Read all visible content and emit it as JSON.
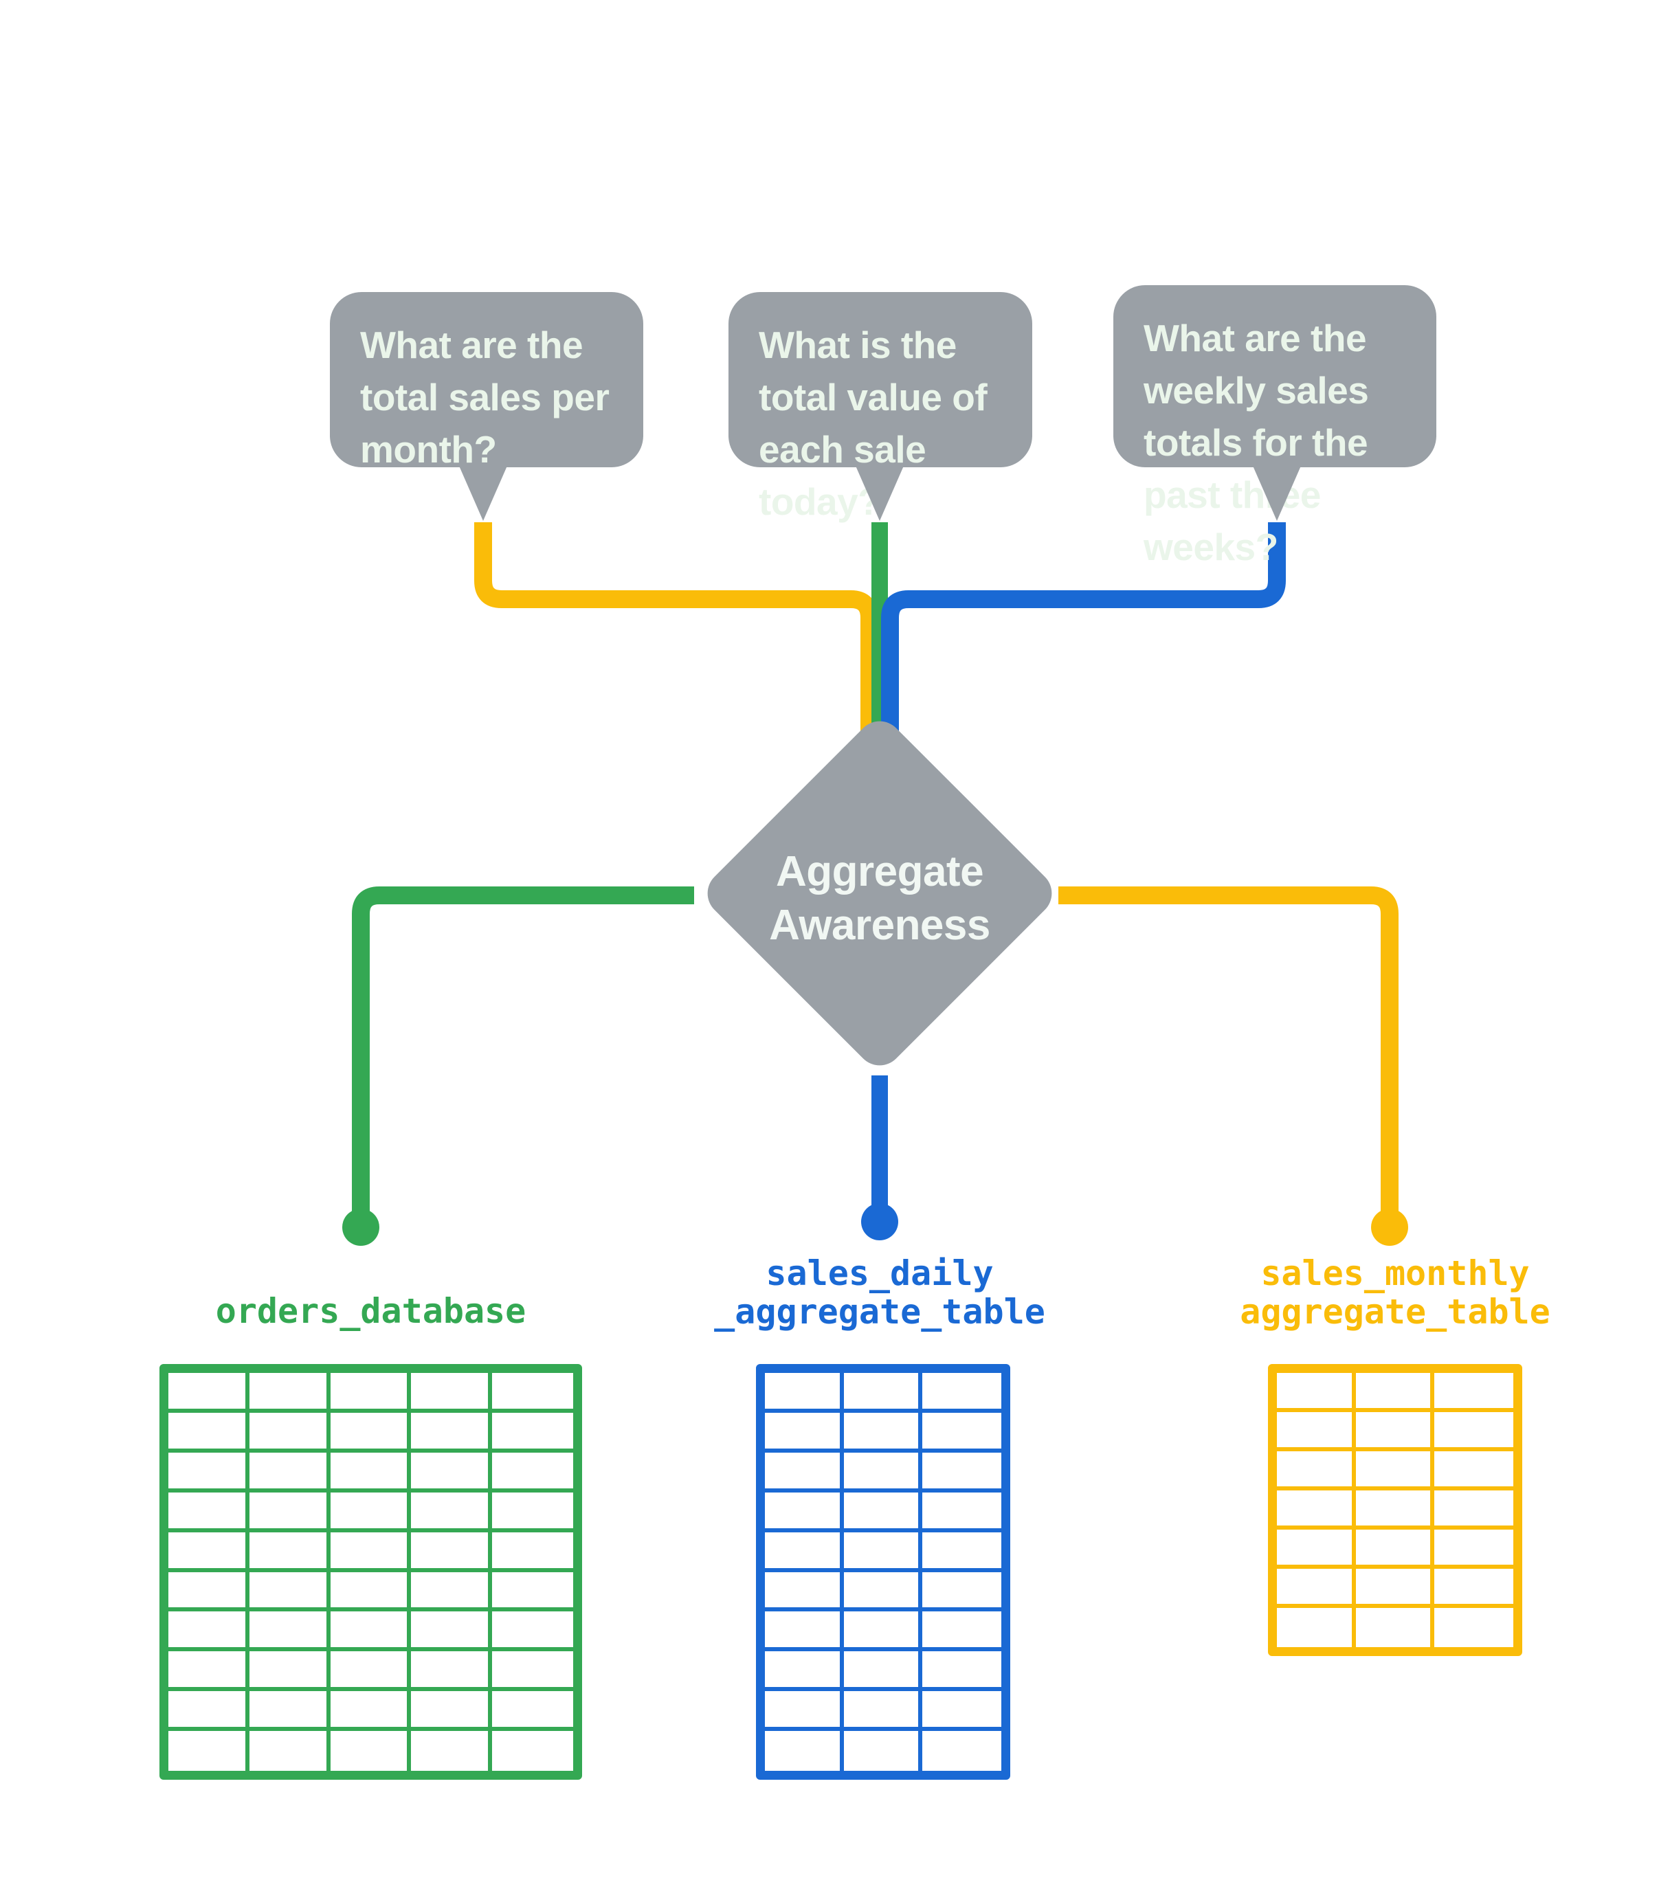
{
  "diagram": {
    "title": "Aggregate Awareness",
    "colors": {
      "gray": "#9aa0a6",
      "green": "#34a853",
      "blue": "#1a69d4",
      "yellow": "#fabc09",
      "bubble_text": "#eaf5ea",
      "background": "#ffffff"
    }
  },
  "questions": [
    {
      "id": "monthly",
      "text": "What are the total sales per month?",
      "color": "#fabc09"
    },
    {
      "id": "daily",
      "text": "What is the total value of each sale today?",
      "color": "#34a853"
    },
    {
      "id": "weekly",
      "text": "What are the weekly sales totals for the past three weeks?",
      "color": "#1a69d4"
    }
  ],
  "hub": {
    "label_line1": "Aggregate",
    "label_line2": "Awareness"
  },
  "sources": [
    {
      "id": "orders-database",
      "caption": "orders_database",
      "color": "#34a853",
      "columns": 5,
      "rows": 10
    },
    {
      "id": "sales-daily-aggregate-table",
      "caption": "sales_daily\n_aggregate_table",
      "color": "#1a69d4",
      "columns": 3,
      "rows": 10
    },
    {
      "id": "sales-monthly-aggregate-table",
      "caption": "sales_monthly\naggregate_table",
      "color": "#fabc09",
      "columns": 3,
      "rows": 7
    }
  ]
}
